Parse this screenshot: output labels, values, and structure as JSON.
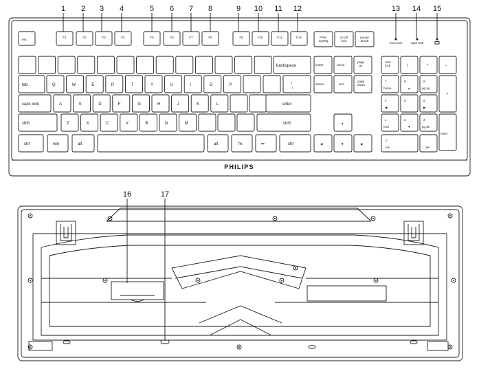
{
  "callouts": [
    "1",
    "2",
    "3",
    "4",
    "5",
    "6",
    "7",
    "8",
    "9",
    "10",
    "11",
    "12",
    "13",
    "14",
    "15",
    "16",
    "17"
  ],
  "brand": "PHILIPS",
  "keys": {
    "esc": "esc",
    "f1": "F1",
    "f2": "F2",
    "f3": "F3",
    "f4": "F4",
    "f5": "F5",
    "f6": "F6",
    "f7": "F7",
    "f8": "F8",
    "f9": "F9",
    "f10": "F10",
    "f11": "F11",
    "f12": "F12",
    "prtsc": "Prtsc",
    "sysrq": "SysRq",
    "scroll": "scroll",
    "lock": "lock",
    "pause": "pause",
    "break": "break",
    "backspace": "backspace",
    "tab": "tab",
    "capslock": "caps lock",
    "enter": "enter",
    "shift": "shift",
    "ctrl": "ctrl",
    "win": "win",
    "alt": "alt",
    "fn": "fn",
    "insert": "insert",
    "home": "home",
    "pageup": "page",
    "up": "up",
    "delete": "delete",
    "end": "end",
    "pagedown": "page",
    "down": "down",
    "numlock": "num",
    "numlock2": "lock",
    "np7": "7",
    "np8": "8",
    "np9": "9",
    "np4": "4",
    "np5": "5",
    "np6": "6",
    "np1": "1",
    "np2": "2",
    "np3": "3",
    "np0": "0",
    "np_home": "home",
    "np_pgup": "pg up",
    "np_end": "end",
    "np_pgdn": "pg dn",
    "np_ins": "ins",
    "np_del": "del"
  },
  "indicators": {
    "num_lock": "num lock",
    "caps_lock": "caps lock"
  }
}
